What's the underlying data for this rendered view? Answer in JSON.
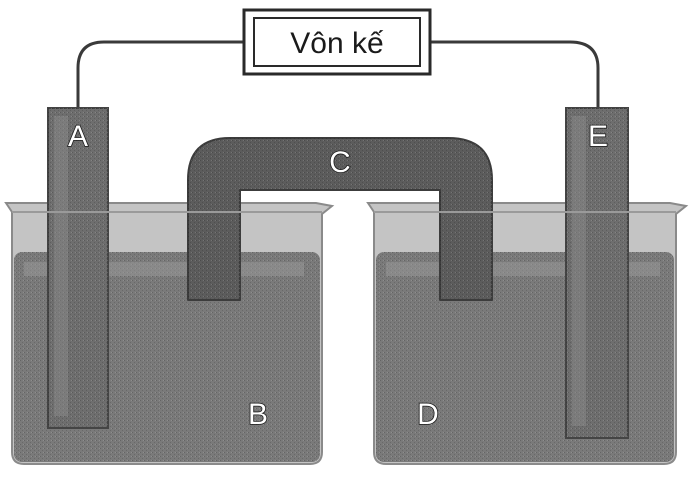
{
  "voltmeter": {
    "label": "Vôn kế"
  },
  "labels": {
    "electrode_left": "A",
    "solution_left": "B",
    "salt_bridge": "C",
    "solution_right": "D",
    "electrode_right": "E"
  },
  "colors": {
    "wire": "#3a3a3a",
    "solution": "#7a7a7a",
    "electrode": "#6e6e6e",
    "bridge": "#5c5c5c",
    "beaker_glass": "#b9b9b9",
    "beaker_outline": "#8a8a8a"
  }
}
